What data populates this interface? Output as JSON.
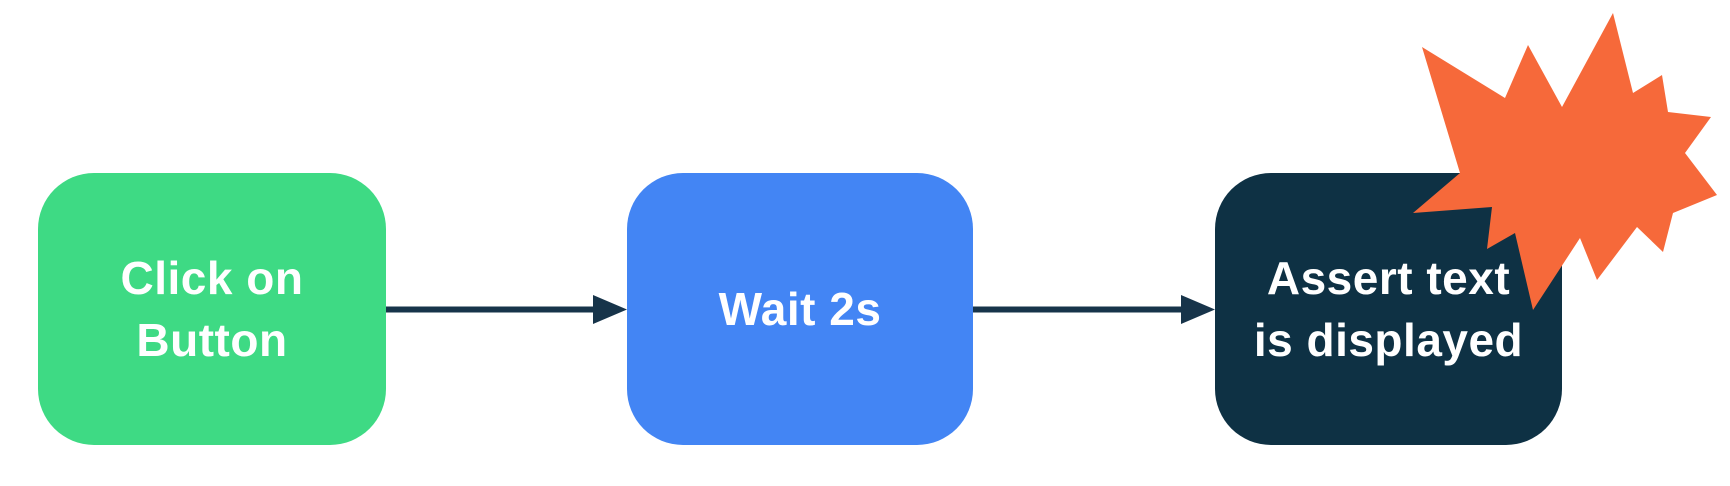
{
  "diagram": {
    "background_color": "#ffffff",
    "text_color": "#ffffff",
    "arrow_color": "#17344a",
    "burst": {
      "icon": "explosion-starburst-icon",
      "color": "#f6693a"
    },
    "nodes": [
      {
        "id": "click-on-button",
        "line1": "Click on",
        "line2": "Button",
        "color": "#3eda84"
      },
      {
        "id": "wait-2s",
        "line1": "Wait 2s",
        "color": "#4385f4"
      },
      {
        "id": "assert-text-is-displayed",
        "line1": "Assert text",
        "line2": "is displayed",
        "color": "#0e3144"
      }
    ],
    "connectors": [
      {
        "from": "click-on-button",
        "to": "wait-2s"
      },
      {
        "from": "wait-2s",
        "to": "assert-text-is-displayed"
      }
    ]
  }
}
